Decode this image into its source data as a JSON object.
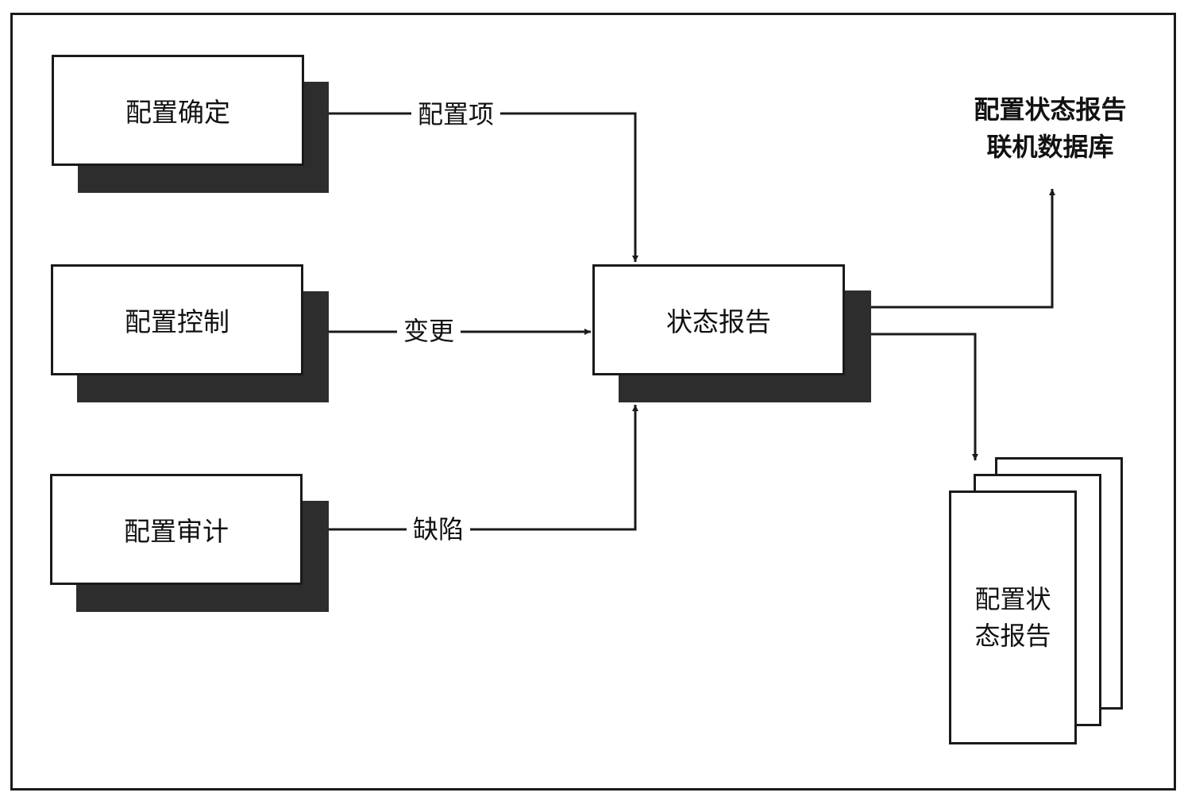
{
  "diagram": {
    "sources": [
      {
        "label": "配置确定",
        "edge_label": "配置项"
      },
      {
        "label": "配置控制",
        "edge_label": "变更"
      },
      {
        "label": "配置审计",
        "edge_label": "缺陷"
      }
    ],
    "center": {
      "label": "状态报告"
    },
    "outputs": {
      "database": {
        "line1": "配置状态报告",
        "line2": "联机数据库"
      },
      "report_doc": {
        "line1": "配置状",
        "line2": "态报告"
      }
    },
    "colors": {
      "stroke": "#1a1a1a",
      "shadow": "#2d2d2d",
      "background": "#ffffff"
    }
  }
}
